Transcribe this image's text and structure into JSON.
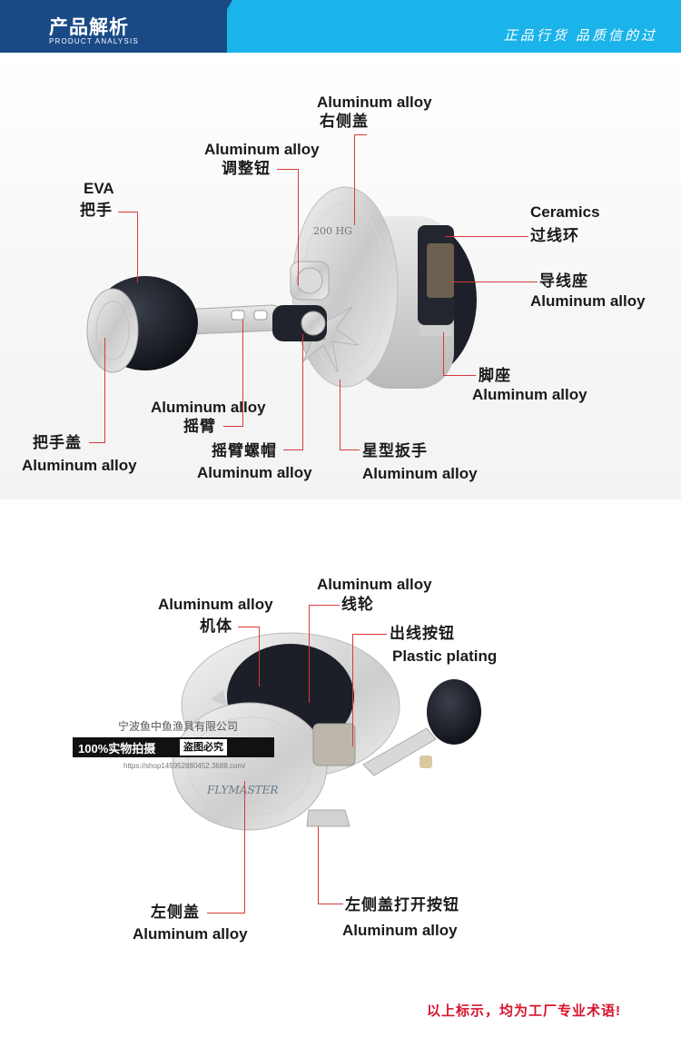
{
  "header": {
    "title": "产品解析",
    "subtitle": "PRODUCT ANALYSIS",
    "slogan": "正品行货 品质信的过"
  },
  "top_section": {
    "labels": [
      {
        "id": "right-cover",
        "en": "Aluminum alloy",
        "cn": "右侧盖"
      },
      {
        "id": "adjust-knob",
        "en": "Aluminum alloy",
        "cn": "调整钮"
      },
      {
        "id": "handle",
        "en": "EVA",
        "cn": "把手"
      },
      {
        "id": "line-guide-ring",
        "en": "Ceramics",
        "cn": "过线环"
      },
      {
        "id": "line-guide-seat",
        "en": "Aluminum alloy",
        "cn": "导线座"
      },
      {
        "id": "foot",
        "en": "Aluminum alloy",
        "cn": "脚座"
      },
      {
        "id": "handle-arm",
        "en": "Aluminum alloy",
        "cn": "摇臂"
      },
      {
        "id": "handle-cap",
        "en": "Aluminum alloy",
        "cn": "把手盖"
      },
      {
        "id": "arm-nut-cap",
        "en": "Aluminum alloy",
        "cn": "摇臂螺帽"
      },
      {
        "id": "star-drag",
        "en": "Aluminum alloy",
        "cn": "星型扳手"
      }
    ],
    "reel_marking": "200 HG"
  },
  "bottom_section": {
    "labels": [
      {
        "id": "body",
        "en": "Aluminum alloy",
        "cn": "机体"
      },
      {
        "id": "spool",
        "en": "Aluminum alloy",
        "cn": "线轮"
      },
      {
        "id": "release-button",
        "en": "Plastic plating",
        "cn": "出线按钮"
      },
      {
        "id": "left-cover",
        "en": "Aluminum alloy",
        "cn": "左侧盖"
      },
      {
        "id": "left-cover-open-button",
        "en": "Aluminum alloy",
        "cn": "左侧盖打开按钮"
      }
    ],
    "reel_brand": "FLYMASTER",
    "watermark": {
      "company": "宁波鱼中鱼渔具有限公司",
      "real_shot": "100%实物拍摄",
      "no_copy": "盗图必究",
      "url": "https://shop145952880452.3688.com/"
    }
  },
  "footer_note": "以上标示，均为工厂专业术语!",
  "colors": {
    "header_dark": "#1a4a86",
    "header_light": "#1ab3ea",
    "leader_line": "#d93a3a",
    "footer_note": "#d8132c"
  }
}
